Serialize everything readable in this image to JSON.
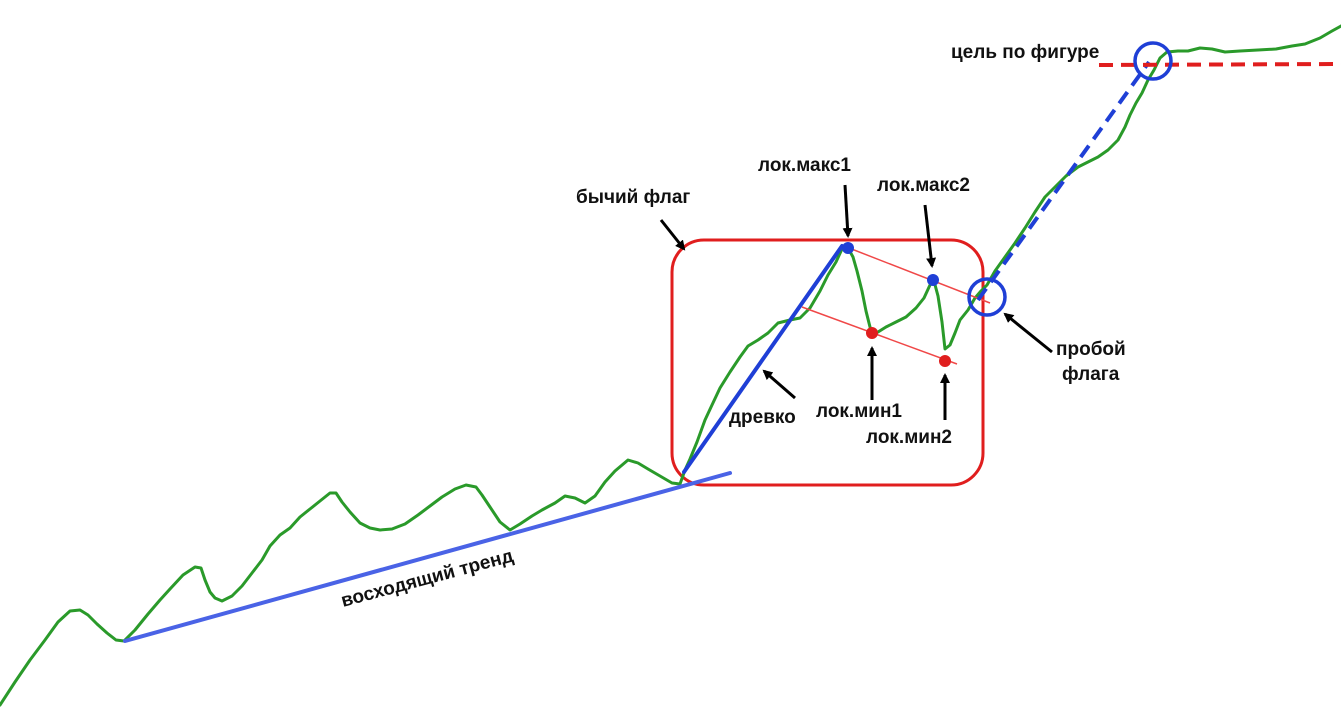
{
  "labels": {
    "uptrend": "восходящий тренд",
    "bull_flag": "бычий флаг",
    "pole": "древко",
    "local_max_1": "лок.макс1",
    "local_max_2": "лок.макс2",
    "local_min_1": "лок.мин1",
    "local_min_2": "лок.мин2",
    "breakout_line1": "пробой",
    "breakout_line2": "флага",
    "pattern_target": "цель по фигуре"
  },
  "colors": {
    "price": "#2a9a2a",
    "trendline": "#4a63e6",
    "pole": "#1f3fd6",
    "flag_box": "#e01e1e",
    "flag_channel": "#f04848",
    "target": "#e01e1e",
    "max_point": "#1f3fd6",
    "min_point": "#e01e1e",
    "arrow": "#000000"
  }
}
